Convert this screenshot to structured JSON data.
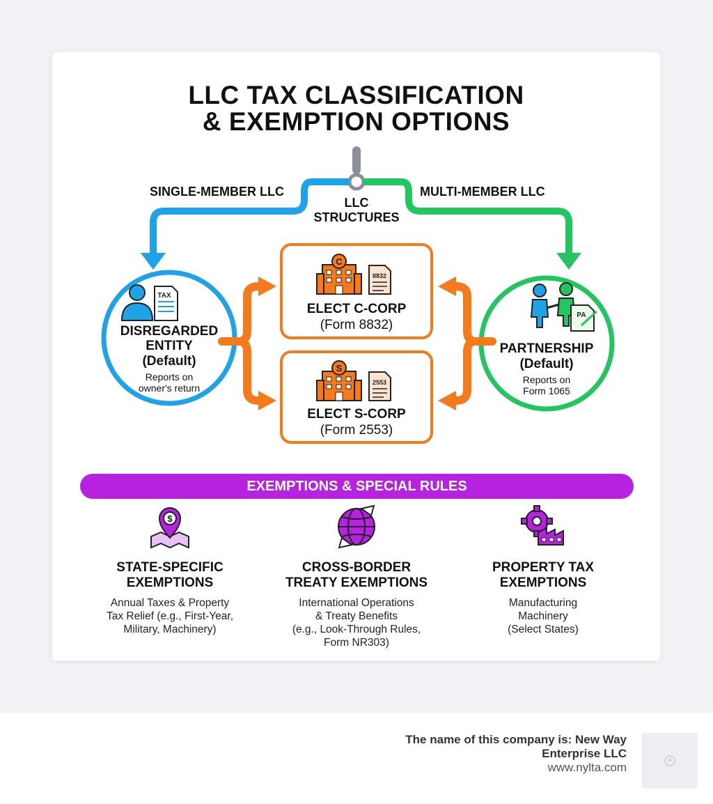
{
  "title": {
    "line1": "LLC TAX CLASSIFICATION",
    "line2": "& EXEMPTION OPTIONS"
  },
  "diagram": {
    "root": {
      "line1": "LLC",
      "line2": "STRUCTURES"
    },
    "branches": {
      "single": "SINGLE-MEMBER LLC",
      "multi": "MULTI-MEMBER LLC"
    },
    "disregarded": {
      "line1": "DISREGARDED",
      "line2": "ENTITY",
      "line3": "(Default)",
      "note1": "Reports on",
      "note2": "owner's return",
      "icon_text": "TAX"
    },
    "partnership": {
      "line1": "PARTNERSHIP",
      "line2": "(Default)",
      "note1": "Reports on",
      "note2": "Form 1065",
      "icon_text": "PA"
    },
    "ccorp": {
      "title": "ELECT C-CORP",
      "form": "(Form 8832)",
      "badge": "C",
      "doc": "8832"
    },
    "scorp": {
      "title": "ELECT S-CORP",
      "form": "(Form 2553)",
      "badge": "S",
      "doc": "2553"
    }
  },
  "exemptions": {
    "banner": "EXEMPTIONS & SPECIAL RULES",
    "items": [
      {
        "title1": "STATE-SPECIFIC",
        "title2": "EXEMPTIONS",
        "desc": [
          "Annual Taxes & Property",
          "Tax Relief (e.g., First-Year,",
          "Military, Machinery)"
        ],
        "icon": "map-pin-dollar-icon"
      },
      {
        "title1": "CROSS-BORDER",
        "title2": "TREATY EXEMPTIONS",
        "desc": [
          "International Operations",
          "& Treaty Benefits",
          "(e.g., Look-Through Rules,",
          "Form NR303)"
        ],
        "icon": "globe-arrows-icon"
      },
      {
        "title1": "PROPERTY TAX",
        "title2": "EXEMPTIONS",
        "desc": [
          "Manufacturing",
          "Machinery",
          "(Select States)"
        ],
        "icon": "factory-gear-icon"
      }
    ]
  },
  "footer": {
    "company_line1": "The name of this company is: New Way",
    "company_line2": "Enterprise LLC",
    "url": "www.nylta.com"
  },
  "colors": {
    "blue": "#1ea2e8",
    "green": "#22c55e",
    "orange": "#f47a1c",
    "purple": "#b622e0"
  }
}
